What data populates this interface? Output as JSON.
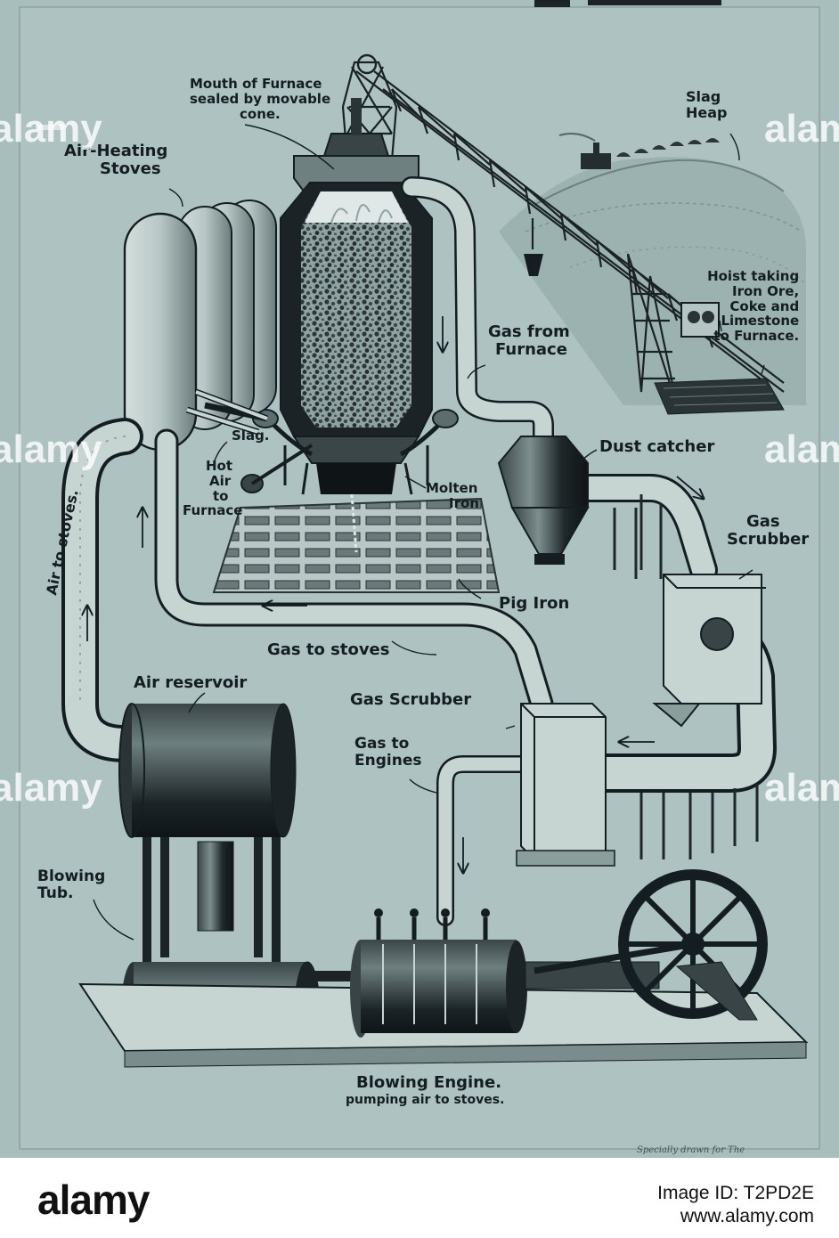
{
  "labels": {
    "mouth": [
      "Mouth of Furnace",
      "sealed by movable",
      "cone."
    ],
    "slag_heap": [
      "Slag",
      "Heap"
    ],
    "air_heating": [
      "Air-Heating",
      "Stoves"
    ],
    "hoist": [
      "Hoist taking",
      "Iron Ore,",
      "Coke and",
      "Limestone",
      "to Furnace."
    ],
    "gas_from_furnace": [
      "Gas from",
      "Furnace"
    ],
    "dust_catcher": "Dust catcher",
    "slag": "Slag.",
    "hot_air": [
      "Hot",
      "Air",
      "to",
      "Furnace"
    ],
    "molten_iron": [
      "Molten",
      "Iron"
    ],
    "gas_scrubber_top": [
      "Gas",
      "Scrubber"
    ],
    "air_to_stoves": "Air to stoves.",
    "pig_iron": "Pig Iron",
    "gas_to_stoves": "Gas to stoves",
    "air_reservoir": "Air reservoir",
    "gas_scrubber_mid": "Gas Scrubber",
    "gas_to_engines": [
      "Gas to",
      "Engines"
    ],
    "blowing_tub": [
      "Blowing",
      "Tub."
    ],
    "blowing_engine": "Blowing Engine.",
    "blowing_engine_sub": "pumping air to stoves.",
    "credit": "Specially drawn for The"
  },
  "footer": {
    "brand": "alamy",
    "image_id": "Image ID: T2PD2E",
    "url": "www.alamy.com"
  },
  "watermark": "alamy",
  "colors": {
    "plate": "#a8bebd",
    "ink": "#141e22",
    "metal_dark": "#1b2326",
    "metal_mid": "#5d6d6d",
    "pipe_light": "#c6d4d2"
  }
}
